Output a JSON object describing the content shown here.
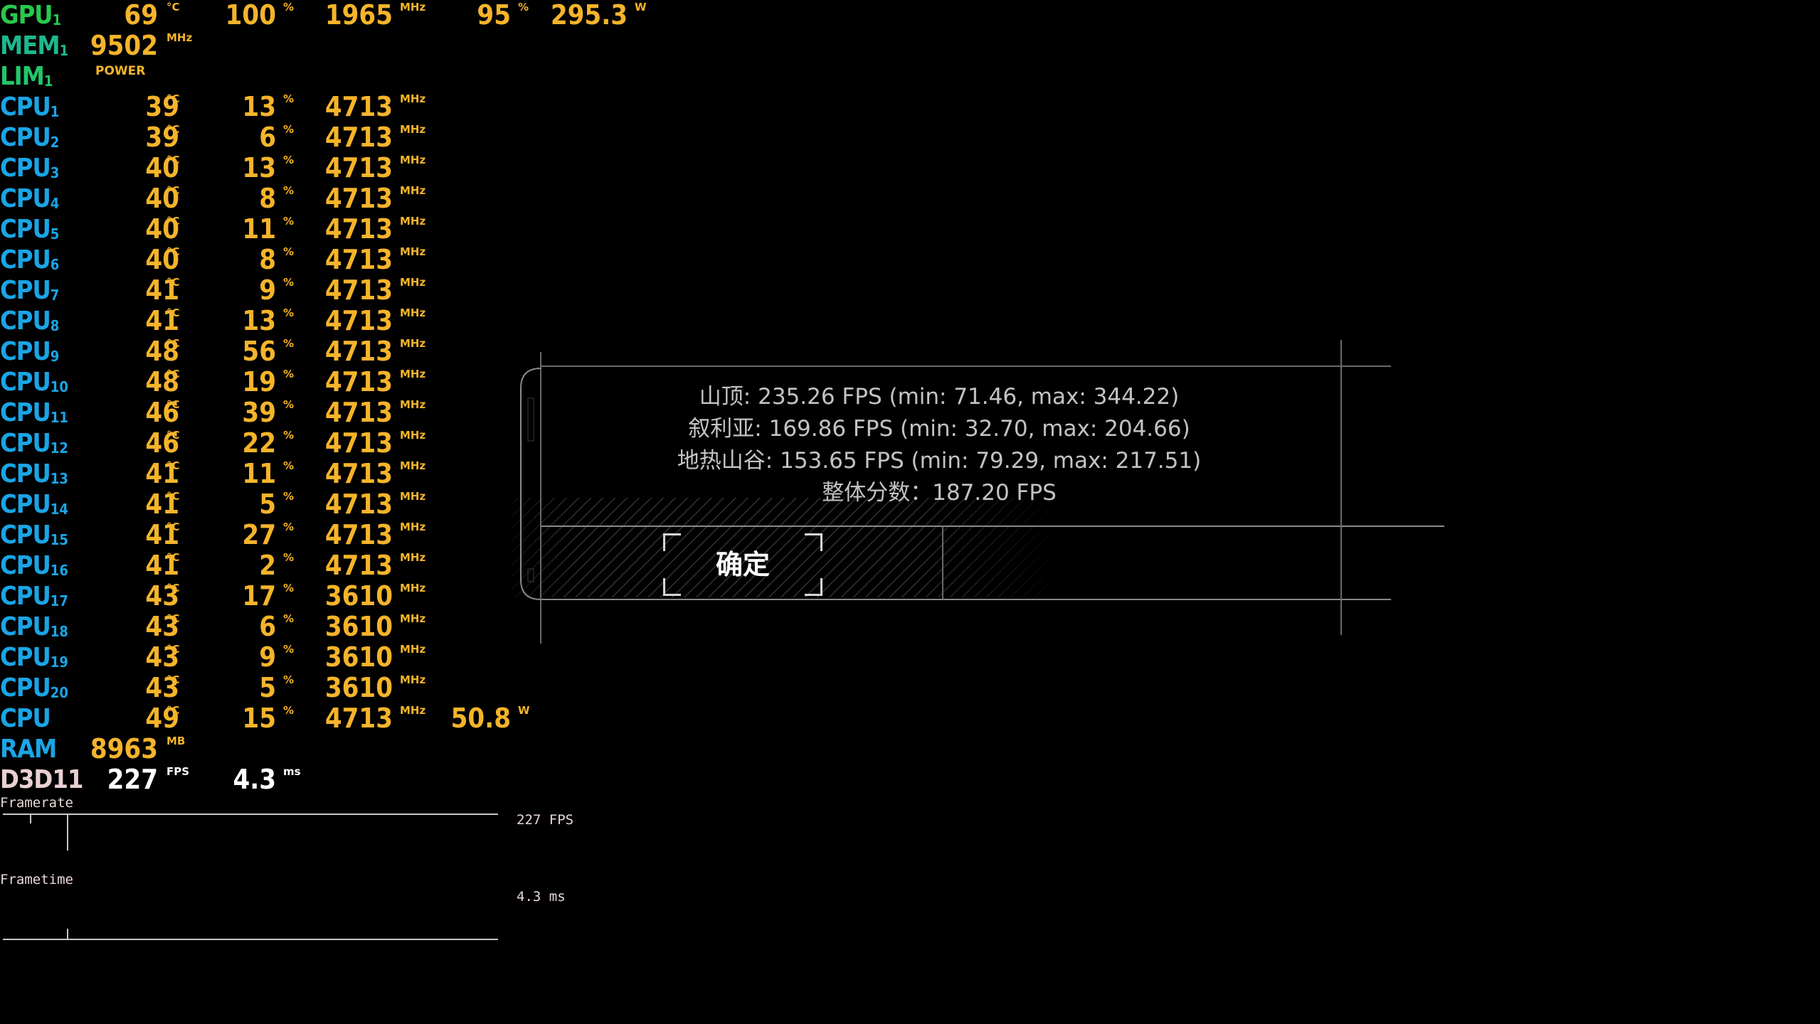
{
  "osd": {
    "gpu": {
      "name": "GPU",
      "index": "1",
      "temp": "69",
      "temp_unit": "°C",
      "load": "100",
      "load_unit": "%",
      "clock": "1965",
      "clock_unit": "MHz",
      "fan": "95",
      "fan_unit": "%",
      "power": "295.3",
      "power_unit": "W"
    },
    "mem": {
      "name": "MEM",
      "index": "1",
      "clock": "9502",
      "clock_unit": "MHz"
    },
    "lim": {
      "name": "LIM",
      "index": "1",
      "reason": "POWER"
    },
    "cpu_cores": [
      {
        "name": "CPU",
        "index": "1",
        "temp": "39",
        "load": "13",
        "clock": "4713"
      },
      {
        "name": "CPU",
        "index": "2",
        "temp": "39",
        "load": "6",
        "clock": "4713"
      },
      {
        "name": "CPU",
        "index": "3",
        "temp": "40",
        "load": "13",
        "clock": "4713"
      },
      {
        "name": "CPU",
        "index": "4",
        "temp": "40",
        "load": "8",
        "clock": "4713"
      },
      {
        "name": "CPU",
        "index": "5",
        "temp": "40",
        "load": "11",
        "clock": "4713"
      },
      {
        "name": "CPU",
        "index": "6",
        "temp": "40",
        "load": "8",
        "clock": "4713"
      },
      {
        "name": "CPU",
        "index": "7",
        "temp": "41",
        "load": "9",
        "clock": "4713"
      },
      {
        "name": "CPU",
        "index": "8",
        "temp": "41",
        "load": "13",
        "clock": "4713"
      },
      {
        "name": "CPU",
        "index": "9",
        "temp": "48",
        "load": "56",
        "clock": "4713"
      },
      {
        "name": "CPU",
        "index": "10",
        "temp": "48",
        "load": "19",
        "clock": "4713"
      },
      {
        "name": "CPU",
        "index": "11",
        "temp": "46",
        "load": "39",
        "clock": "4713"
      },
      {
        "name": "CPU",
        "index": "12",
        "temp": "46",
        "load": "22",
        "clock": "4713"
      },
      {
        "name": "CPU",
        "index": "13",
        "temp": "41",
        "load": "11",
        "clock": "4713"
      },
      {
        "name": "CPU",
        "index": "14",
        "temp": "41",
        "load": "5",
        "clock": "4713"
      },
      {
        "name": "CPU",
        "index": "15",
        "temp": "41",
        "load": "27",
        "clock": "4713"
      },
      {
        "name": "CPU",
        "index": "16",
        "temp": "41",
        "load": "2",
        "clock": "4713"
      },
      {
        "name": "CPU",
        "index": "17",
        "temp": "43",
        "load": "17",
        "clock": "3610"
      },
      {
        "name": "CPU",
        "index": "18",
        "temp": "43",
        "load": "6",
        "clock": "3610"
      },
      {
        "name": "CPU",
        "index": "19",
        "temp": "43",
        "load": "9",
        "clock": "3610"
      },
      {
        "name": "CPU",
        "index": "20",
        "temp": "43",
        "load": "5",
        "clock": "3610"
      }
    ],
    "cpu_units": {
      "temp": "°C",
      "load": "%",
      "clock": "MHz"
    },
    "cpu_total": {
      "name": "CPU",
      "temp": "49",
      "load": "15",
      "clock": "4713",
      "power": "50.8",
      "power_unit": "W"
    },
    "ram": {
      "name": "RAM",
      "value": "8963",
      "unit": "MB"
    },
    "d3d": {
      "name": "D3D11",
      "fps": "227",
      "fps_unit": "FPS",
      "frametime": "4.3",
      "frametime_unit": "ms"
    },
    "graphs": {
      "framerate_label": "Framerate",
      "framerate_value": "227 FPS",
      "frametime_label": "Frametime",
      "frametime_value": "4.3 ms"
    }
  },
  "dialog": {
    "results": [
      "山顶: 235.26 FPS (min: 71.46, max: 344.22)",
      "叙利亚: 169.86 FPS (min: 32.70, max: 204.66)",
      "地热山谷: 153.65 FPS (min: 79.29, max: 217.51)",
      "整体分数：187.20 FPS"
    ],
    "ok_label": "确定"
  },
  "colors": {
    "value": "#f5b42a",
    "gpu": "#27c94c",
    "cpu": "#1aa5e6",
    "d3d": "#e9d0d2",
    "result_text": "#c3c3c3"
  }
}
